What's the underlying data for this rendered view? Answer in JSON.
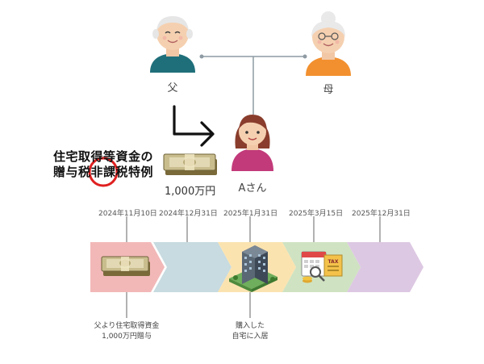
{
  "people": {
    "father": {
      "label": "父",
      "icon": "grandfather-icon"
    },
    "mother": {
      "label": "母",
      "icon": "grandmother-icon"
    },
    "child": {
      "label": "Aさん",
      "icon": "woman-icon"
    }
  },
  "gift": {
    "amount": "1,000万円",
    "icon": "money-bundle-icon"
  },
  "title": {
    "line1": "住宅取得等資金の",
    "line2": "贈与税非課税特例"
  },
  "timeline": {
    "dates": [
      "2024年11月10日",
      "2024年12月31日",
      "2025年1月31日",
      "2025年3月15日",
      "2025年12月31日"
    ],
    "stage_colors": [
      "#f2b8b8",
      "#c7dbe0",
      "#fbe3b0",
      "#cfe3c2",
      "#ddc8e3"
    ],
    "events": [
      {
        "lines": [
          "父より住宅取得資金",
          "1,000万円贈与"
        ]
      },
      {
        "lines": [
          "購入した",
          "自宅に入居"
        ]
      }
    ]
  }
}
